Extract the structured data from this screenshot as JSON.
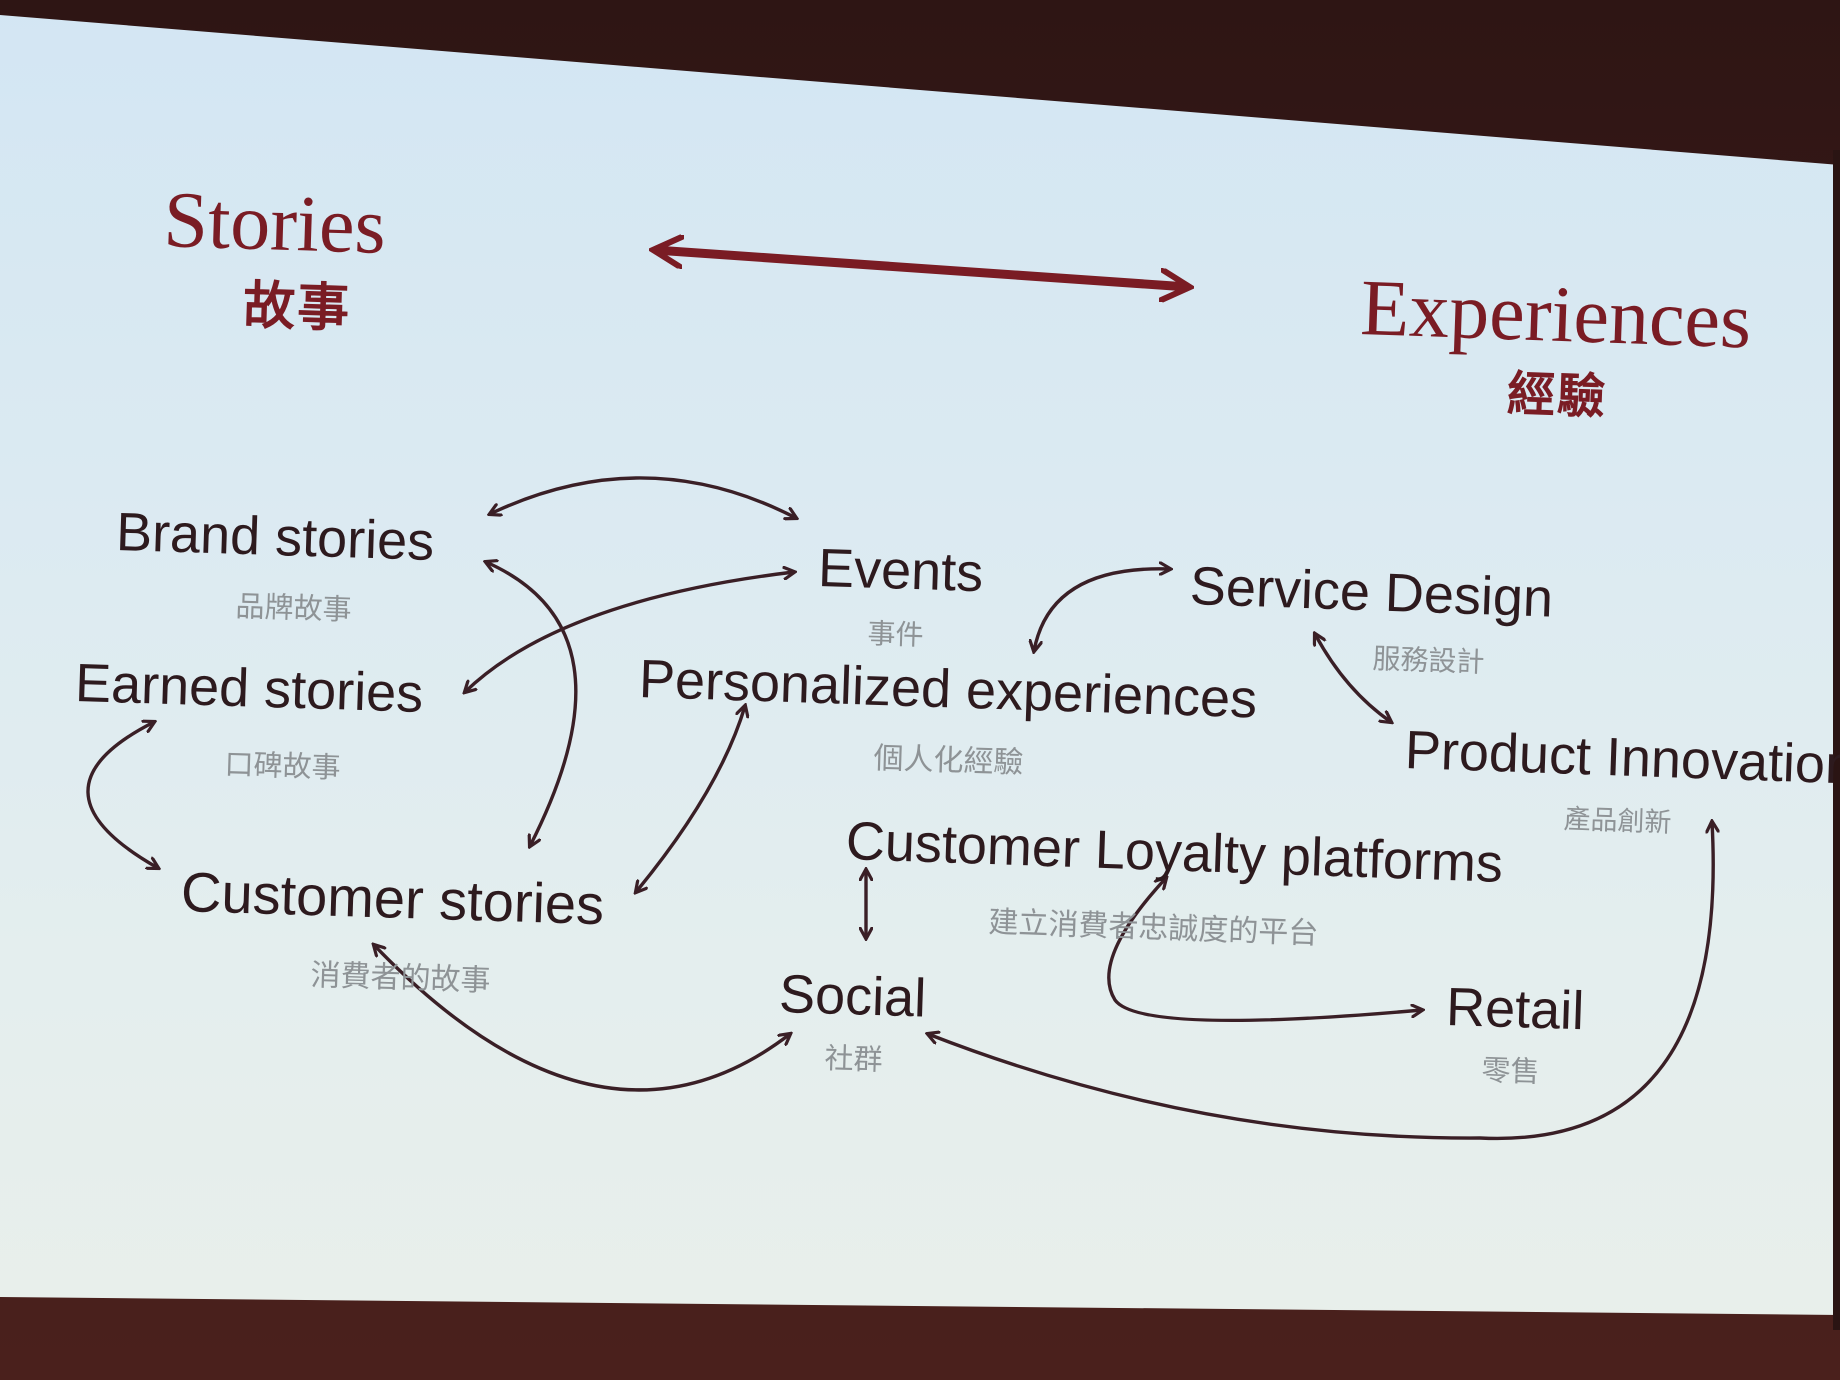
{
  "slide": {
    "left_heading": {
      "en": "Stories",
      "zh": "故事"
    },
    "right_heading": {
      "en": "Experiences",
      "zh": "經驗"
    },
    "heading_arrow": "double-headed-arrow",
    "colors": {
      "heading": "#7a1c24",
      "node_text": "#2d1a1e",
      "node_zh_text": "#8e9396",
      "arrow": "#3a1f26",
      "screen": "#dbeaf2",
      "frame": "#3b1a19"
    },
    "nodes": [
      {
        "id": "brand-stories",
        "en": "Brand stories",
        "zh": "品牌故事"
      },
      {
        "id": "earned-stories",
        "en": "Earned stories",
        "zh": "口碑故事"
      },
      {
        "id": "customer-stories",
        "en": "Customer stories",
        "zh": "消費者的故事"
      },
      {
        "id": "events",
        "en": "Events",
        "zh": "事件"
      },
      {
        "id": "personalized-experiences",
        "en": "Personalized experiences",
        "zh": "個人化經驗"
      },
      {
        "id": "service-design",
        "en": "Service Design",
        "zh": "服務設計"
      },
      {
        "id": "product-innovation",
        "en": "Product Innovation",
        "zh": "產品創新"
      },
      {
        "id": "customer-loyalty-platforms",
        "en": "Customer Loyalty platforms",
        "zh": "建立消費者忠誠度的平台"
      },
      {
        "id": "social",
        "en": "Social",
        "zh": "社群"
      },
      {
        "id": "retail",
        "en": "Retail",
        "zh": "零售"
      }
    ],
    "connections": [
      {
        "from": "brand-stories",
        "to": "events",
        "bidirectional": true
      },
      {
        "from": "events",
        "to": "earned-stories",
        "bidirectional": true
      },
      {
        "from": "brand-stories",
        "to": "customer-stories",
        "bidirectional": true
      },
      {
        "from": "customer-stories",
        "to": "personalized-experiences",
        "bidirectional": true
      },
      {
        "from": "earned-stories",
        "to": "customer-stories",
        "bidirectional": true
      },
      {
        "from": "customer-stories",
        "to": "social",
        "bidirectional": true
      },
      {
        "from": "personalized-experiences",
        "to": "service-design",
        "bidirectional": true
      },
      {
        "from": "service-design",
        "to": "product-innovation",
        "bidirectional": true
      },
      {
        "from": "customer-loyalty-platforms",
        "to": "social",
        "bidirectional": true
      },
      {
        "from": "customer-loyalty-platforms",
        "to": "retail",
        "bidirectional": true
      },
      {
        "from": "product-innovation",
        "to": "social",
        "bidirectional": true
      }
    ]
  }
}
